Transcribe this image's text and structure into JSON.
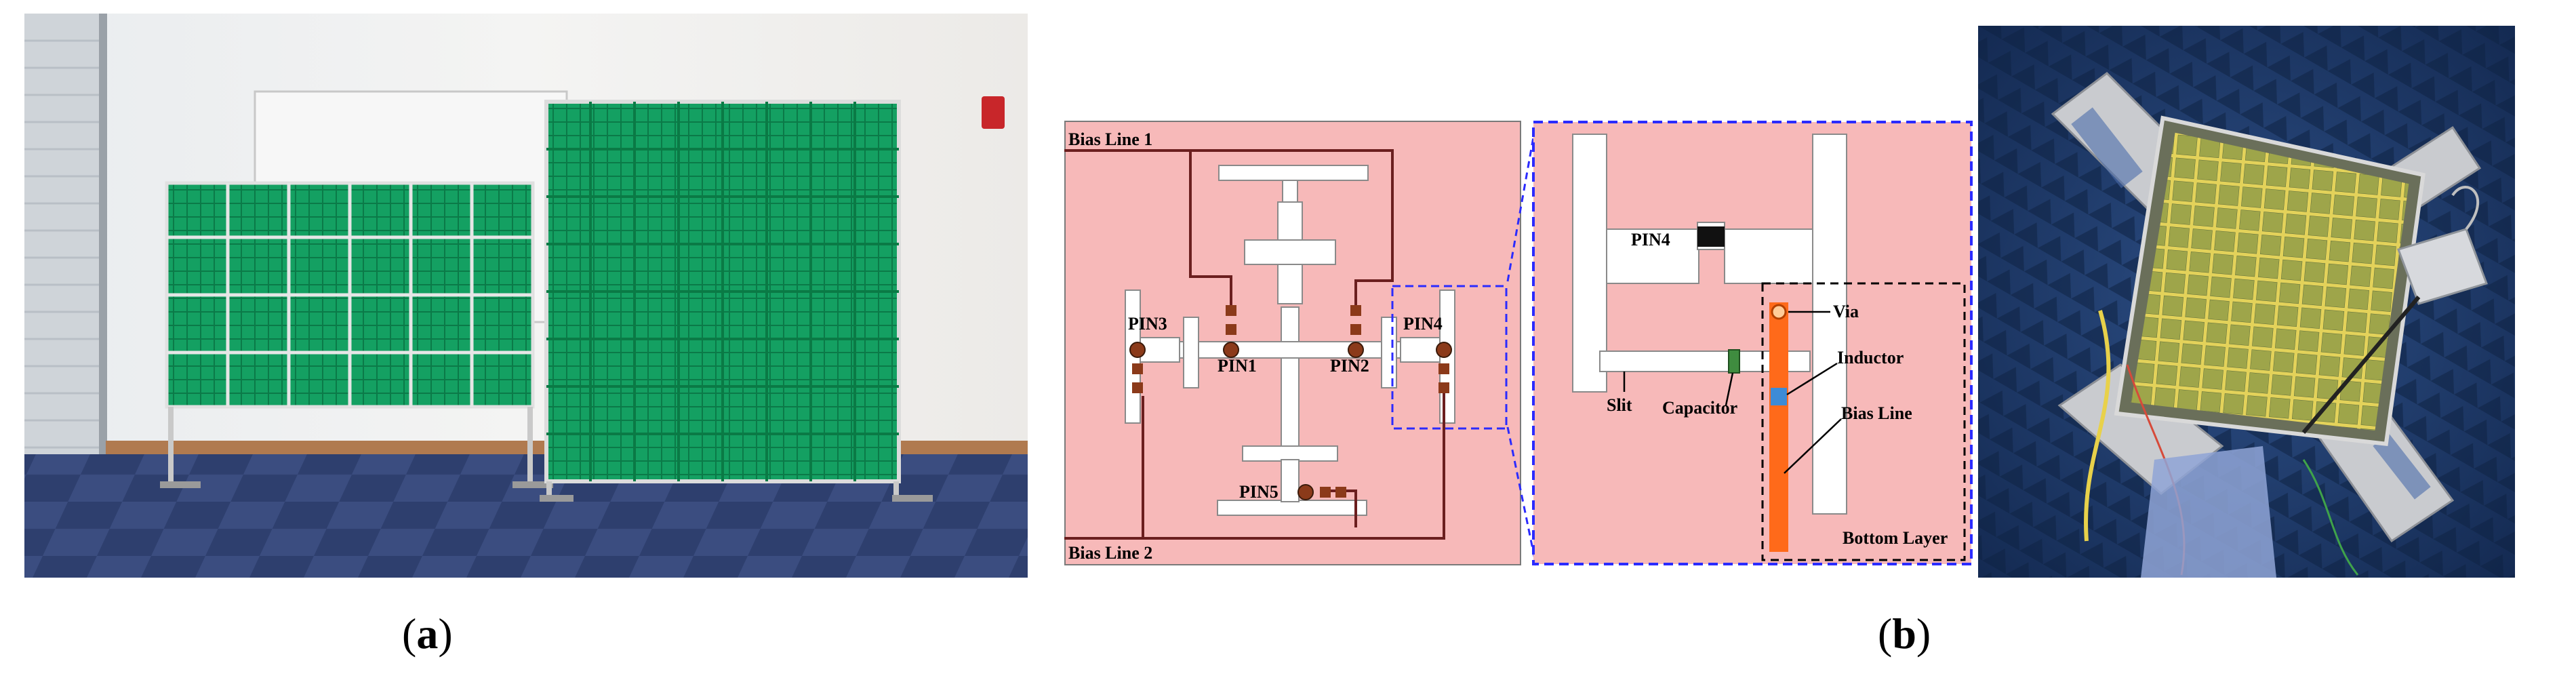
{
  "figure": {
    "labels": {
      "a": "a",
      "b": "b"
    },
    "schematic": {
      "bias_line_1": "Bias Line 1",
      "bias_line_2": "Bias Line 2",
      "pins": [
        "PIN1",
        "PIN2",
        "PIN3",
        "PIN4",
        "PIN5"
      ]
    },
    "zoom": {
      "pin": "PIN4",
      "slit": "Slit",
      "capacitor": "Capacitor",
      "via": "Via",
      "inductor": "Inductor",
      "bias_line": "Bias Line",
      "bottom_layer": "Bottom Layer"
    },
    "colors": {
      "substrate": "#f7b9b9",
      "bias_trace": "#6b1f1f",
      "pin_diode": "#8b3a1a",
      "bottom_bias": "#ff6a1a",
      "capacitor": "#3f8c3f",
      "inductor": "#3d8bd6",
      "zoom_outline": "#2b2bff",
      "metasurface_green": "#16a464"
    }
  }
}
